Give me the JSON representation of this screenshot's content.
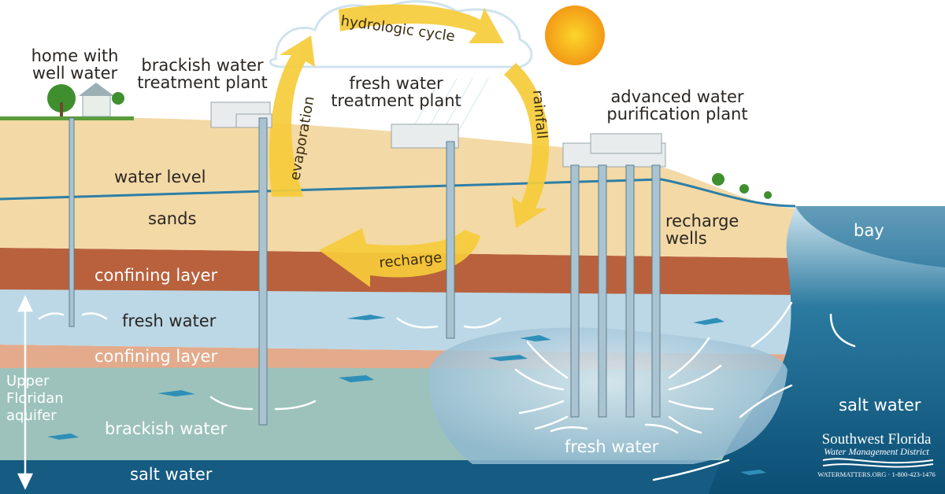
{
  "labels": {
    "home": [
      "home with",
      "well water"
    ],
    "brackish_plant": [
      "brackish water",
      "treatment plant"
    ],
    "fresh_plant": [
      "fresh water",
      "treatment plant"
    ],
    "advanced_plant": [
      "advanced water",
      "purification plant"
    ],
    "hydrologic_cycle": "hydrologic cycle",
    "evaporation": "evaporation",
    "rainfall": "rainfall",
    "recharge": "recharge",
    "water_level": "water level",
    "sands": "sands",
    "confining_layer_1": "confining layer",
    "fresh_water_1": "fresh water",
    "confining_layer_2": "confining layer",
    "aquifer": [
      "Upper",
      "Floridan",
      "aquifer"
    ],
    "brackish_water": "brackish water",
    "salt_water_bottom": "salt water",
    "recharge_wells": [
      "recharge",
      "wells"
    ],
    "bay": "bay",
    "salt_water_right": "salt water",
    "fresh_water_2": "fresh water"
  },
  "logo": {
    "name": "Southwest Florida",
    "subtitle": "Water Management District",
    "contact": "WATERMATTERS.ORG · 1-800-423-1476"
  },
  "colors": {
    "sand": "#f3d9a6",
    "confining": "#b9613d",
    "confining_light": "#e3ab8c",
    "fresh": "#bcd8e6",
    "brackish": "#9cc2bb",
    "salt": "#155b82",
    "cycle_arrow": "#f6cc3a",
    "sun": "#f7a21b"
  }
}
